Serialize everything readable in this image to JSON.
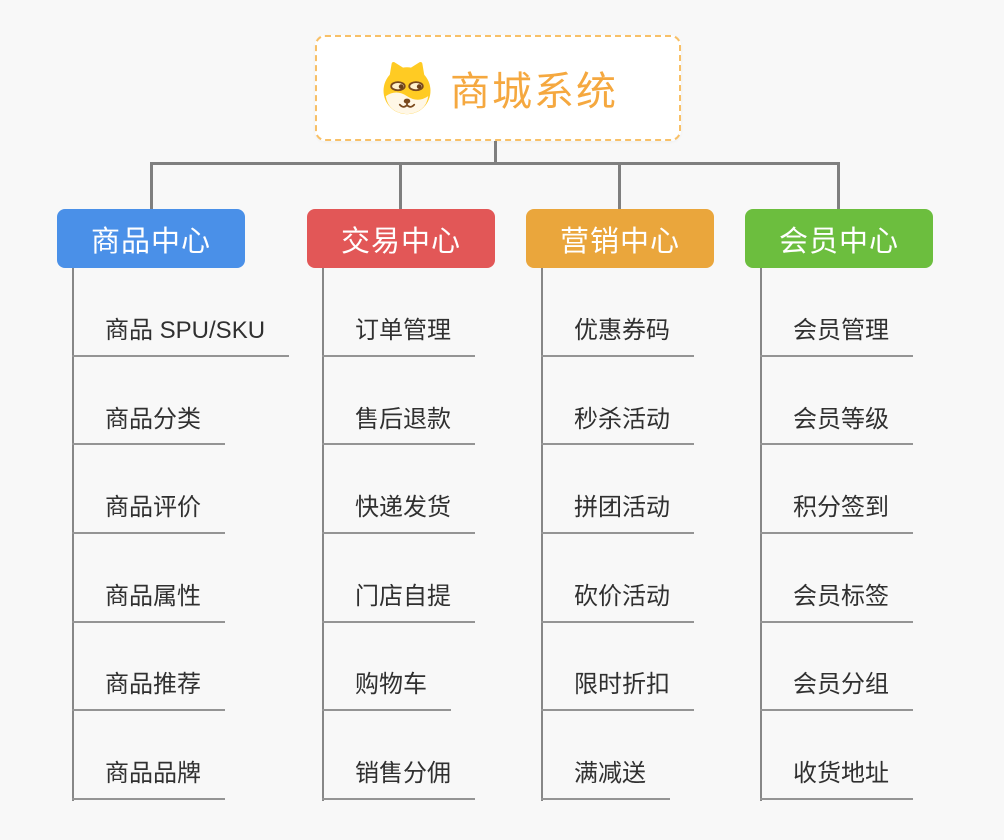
{
  "root": {
    "title": "商城系统",
    "icon": "doge-face-icon",
    "title_color": "#F5A83F",
    "border_color": "#F8C067"
  },
  "connector_color": "#7F7F7F",
  "branches": [
    {
      "label": "商品中心",
      "color": "#4A90E8",
      "items": [
        "商品 SPU/SKU",
        "商品分类",
        "商品评价",
        "商品属性",
        "商品推荐",
        "商品品牌"
      ]
    },
    {
      "label": "交易中心",
      "color": "#E25757",
      "items": [
        "订单管理",
        "售后退款",
        "快递发货",
        "门店自提",
        "购物车",
        "销售分佣"
      ]
    },
    {
      "label": "营销中心",
      "color": "#EAA63C",
      "items": [
        "优惠券码",
        "秒杀活动",
        "拼团活动",
        "砍价活动",
        "限时折扣",
        "满减送"
      ]
    },
    {
      "label": "会员中心",
      "color": "#6CBE3E",
      "items": [
        "会员管理",
        "会员等级",
        "积分签到",
        "会员标签",
        "会员分组",
        "收货地址"
      ]
    }
  ]
}
